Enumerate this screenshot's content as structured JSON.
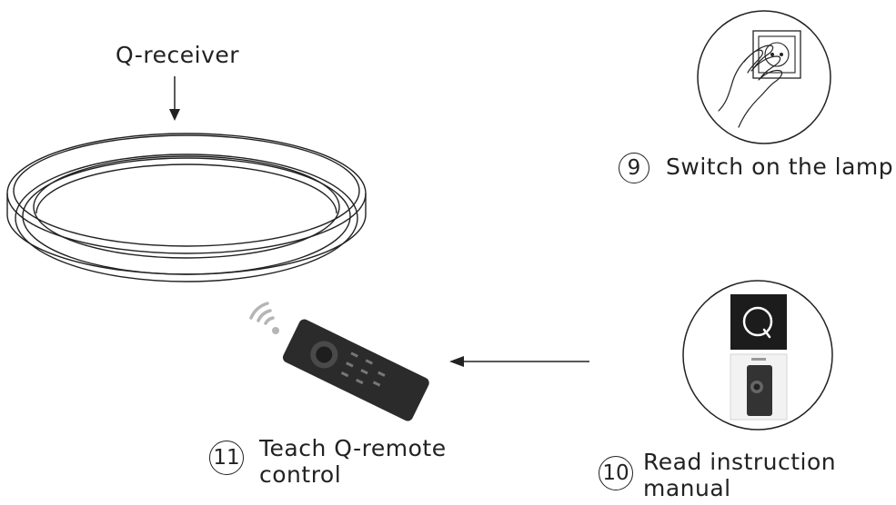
{
  "labels": {
    "receiver": "Q-receiver",
    "step9_number": "9",
    "step9_text": "Switch on the lamp",
    "step10_number": "10",
    "step10_line1": "Read instruction",
    "step10_line2": "manual",
    "step11_number": "11",
    "step11_line1": "Teach Q-remote",
    "step11_line2": "control"
  },
  "icons": {
    "lamp": "ceiling-ring-lamp-icon",
    "switch": "hand-on-wall-switch-icon",
    "manual": "q-instruction-manual-icon",
    "remote": "remote-control-icon",
    "wifi": "wireless-signal-icon"
  },
  "colors": {
    "line": "#222222",
    "remote_body": "#2b2b2b",
    "wifi": "#b5b5b5",
    "manual_dark": "#1c1c1c"
  }
}
